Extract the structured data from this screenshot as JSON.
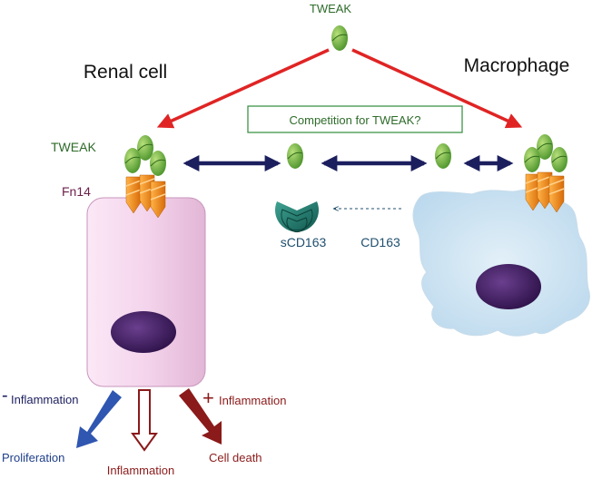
{
  "labels": {
    "tweak_top": "TWEAK",
    "renal_cell": "Renal cell",
    "macrophage": "Macrophage",
    "competition": "Competition for TWEAK?",
    "tweak_left": "TWEAK",
    "fn14": "Fn14",
    "scd163": "sCD163",
    "cd163": "CD163",
    "minus_sign": "-",
    "minus_inflammation": "Inflammation",
    "plus_sign": "+",
    "plus_inflammation": "Inflammation",
    "proliferation": "Proliferation",
    "inflammation_bottom": "Inflammation",
    "cell_death": "Cell death"
  },
  "colors": {
    "tweak_green": "#2e6b2a",
    "title_black": "#111111",
    "red_arrow": "#e02424",
    "navy_arrow": "#1c1f5e",
    "fn14_purple": "#6b1f4a",
    "teal_label": "#1f4f6e",
    "blue_arrow": "#2f56b0",
    "dark_red": "#8b1a1a",
    "box_green": "#2e8b3a",
    "cell_pink": "#f3d3ea",
    "nucleus": "#3a1a5c",
    "macrophage_fill": "#c9e2f2",
    "receptor_orange": "#f08c1e",
    "ligand_green": "#6fb43a",
    "cd163_teal": "#1f7a6e"
  },
  "icons": {
    "ligand": "tweak-ligand-icon",
    "receptor": "fn14-receptor-icon",
    "cd163": "cd163-pacman-icon"
  }
}
